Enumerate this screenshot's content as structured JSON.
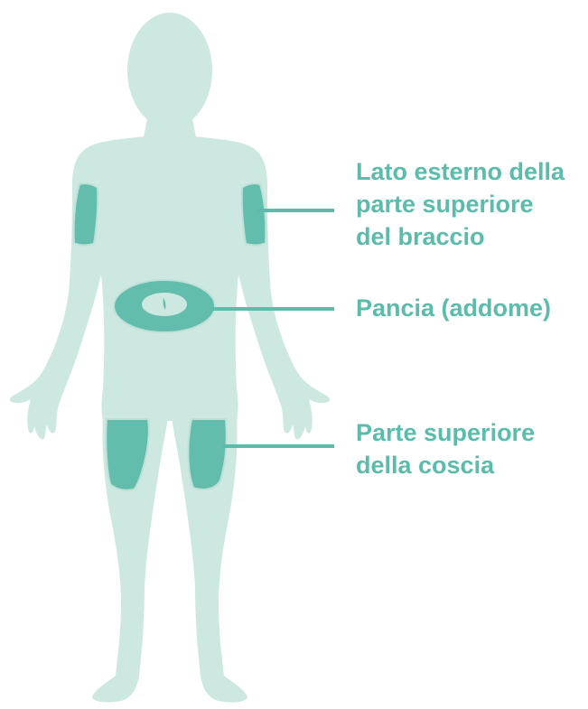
{
  "colors": {
    "body": "#cde8e0",
    "site": "#62bdad",
    "site_border": "#bfe0d7",
    "label": "#5bbcab",
    "line": "#5bbcab",
    "navel": "#cde8e0"
  },
  "sites": [
    {
      "id": "upper-arm",
      "lines": [
        "Lato esterno della",
        "parte superiore",
        "del braccio"
      ]
    },
    {
      "id": "abdomen",
      "lines": [
        "Pancia (addome)"
      ]
    },
    {
      "id": "thigh",
      "lines": [
        "Parte superiore",
        "della coscia"
      ]
    }
  ]
}
